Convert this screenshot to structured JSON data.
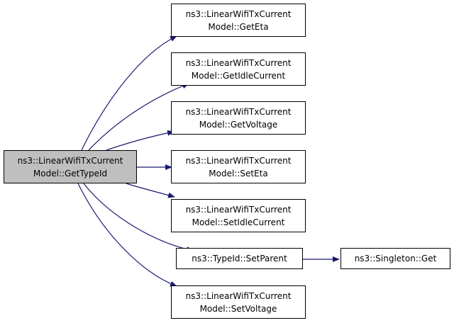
{
  "colors": {
    "edge": "#191970",
    "root_fill": "#bfbfbf",
    "node_fill": "#ffffff",
    "border": "#000000"
  },
  "nodes": {
    "root": {
      "line1": "ns3::LinearWifiTxCurrent",
      "line2": "Model::GetTypeId"
    },
    "getEta": {
      "line1": "ns3::LinearWifiTxCurrent",
      "line2": "Model::GetEta"
    },
    "getIdle": {
      "line1": "ns3::LinearWifiTxCurrent",
      "line2": "Model::GetIdleCurrent"
    },
    "getVoltage": {
      "line1": "ns3::LinearWifiTxCurrent",
      "line2": "Model::GetVoltage"
    },
    "setEta": {
      "line1": "ns3::LinearWifiTxCurrent",
      "line2": "Model::SetEta"
    },
    "setIdle": {
      "line1": "ns3::LinearWifiTxCurrent",
      "line2": "Model::SetIdleCurrent"
    },
    "setParent": {
      "line1": "ns3::TypeId::SetParent"
    },
    "setVoltage": {
      "line1": "ns3::LinearWifiTxCurrent",
      "line2": "Model::SetVoltage"
    },
    "singletonGet": {
      "line1": "ns3::Singleton::Get"
    }
  }
}
